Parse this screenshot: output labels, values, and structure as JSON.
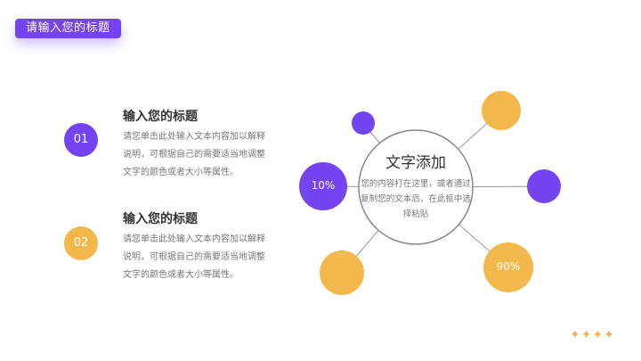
{
  "header": {
    "title": "请输入您的标题"
  },
  "items": [
    {
      "number": "01",
      "title": "输入您的标题",
      "description": "请您单击此处输入文本内容加以解释说明，可根据自己的需要适当地调整文字的颜色或者大小等属性。",
      "color": "#7444f0"
    },
    {
      "number": "02",
      "title": "输入您的标题",
      "description": "请您单击此处输入文本内容加以解释说明，可根据自己的需要适当地调整文字的颜色或者大小等属性。",
      "color": "#f2b84b"
    }
  ],
  "diagram": {
    "center_title": "文字添加",
    "center_desc": "您的内容打在这里，或者通过复制您的文本后，在此框中选择粘贴",
    "left_label": "10%",
    "bottom_right_label": "90%",
    "purple": "#7444f0",
    "orange": "#f2b84b"
  },
  "decoration": {
    "stars": "✦✦✦✦"
  }
}
